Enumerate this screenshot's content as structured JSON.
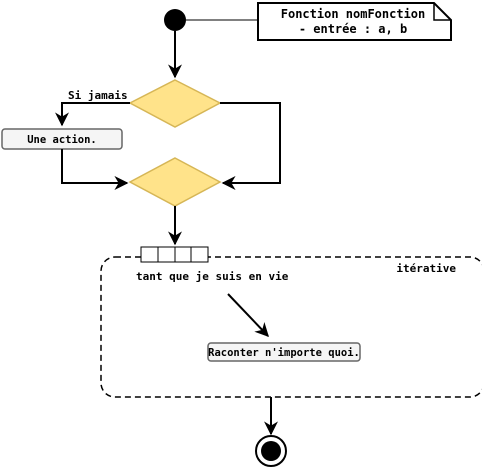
{
  "note": {
    "line1": "Fonction nomFonction",
    "line2": "- entrée : a, b"
  },
  "decision_label": "Si jamais",
  "action": "Une action.",
  "loop": {
    "condition": "tant que je suis en vie",
    "region_label": "itérative",
    "body": "Raconter n'importe quoi."
  },
  "colors": {
    "diamond_fill": "#ffe38a",
    "diamond_stroke": "#d6b656",
    "action_fill": "#f5f5f5",
    "action_stroke": "#666666",
    "line": "#000000"
  }
}
